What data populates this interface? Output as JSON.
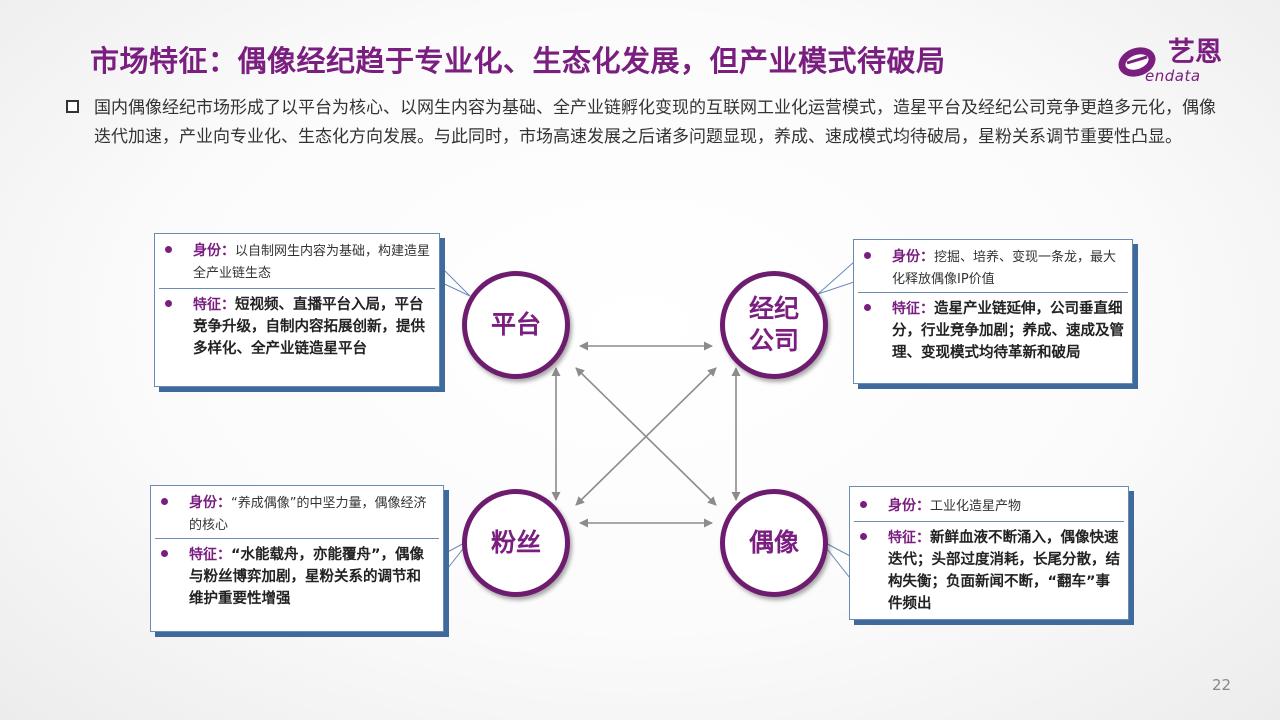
{
  "slide": {
    "title": "市场特征：偶像经纪趋于专业化、生态化发展，但产业模式待破局",
    "intro": "国内偶像经纪市场形成了以平台为核心、以网生内容为基础、全产业链孵化变现的互联网工业化运营模式，造星平台及经纪公司竞争更趋多元化，偶像迭代加速，产业向专业化、生态化方向发展。与此同时，市场高速发展之后诸多问题显现，养成、速成模式均待破局，星粉关系调节重要性凸显。",
    "page_number": "22"
  },
  "logo": {
    "cn": "艺恩",
    "en": "endata"
  },
  "nodes": {
    "platform": "平台",
    "agency_line1": "经纪",
    "agency_line2": "公司",
    "fans": "粉丝",
    "idol": "偶像"
  },
  "cards": {
    "platform": {
      "identity_label": "身份：",
      "identity_text": "以自制网生内容为基础，构建造星全产业链生态",
      "feature_label": "特征：",
      "feature_text": "短视频、直播平台入局，平台竞争升级，自制内容拓展创新，提供多样化、全产业链造星平台"
    },
    "agency": {
      "identity_label": "身份：",
      "identity_text": "挖掘、培养、变现一条龙，最大化释放偶像IP价值",
      "feature_label": "特征：",
      "feature_text": "造星产业链延伸，公司垂直细分，行业竞争加剧；养成、速成及管理、变现模式均待革新和破局"
    },
    "fans": {
      "identity_label": "身份：",
      "identity_text": "“养成偶像”的中坚力量，偶像经济的核心",
      "feature_label": "特征：",
      "feature_text": "“水能载舟，亦能覆舟”，偶像与粉丝博弈加剧，星粉关系的调节和维护重要性增强"
    },
    "idol": {
      "identity_label": "身份：",
      "identity_text": "工业化造星产物",
      "feature_label": "特征：",
      "feature_text": "新鲜血液不断涌入，偶像快速迭代；头部过度消耗，长尾分散，结构失衡；负面新闻不断，“翻车”事件频出"
    }
  },
  "colors": {
    "accent": "#7a1e80",
    "card_border": "#3f6b9c",
    "arrow": "#8c8c8c"
  }
}
